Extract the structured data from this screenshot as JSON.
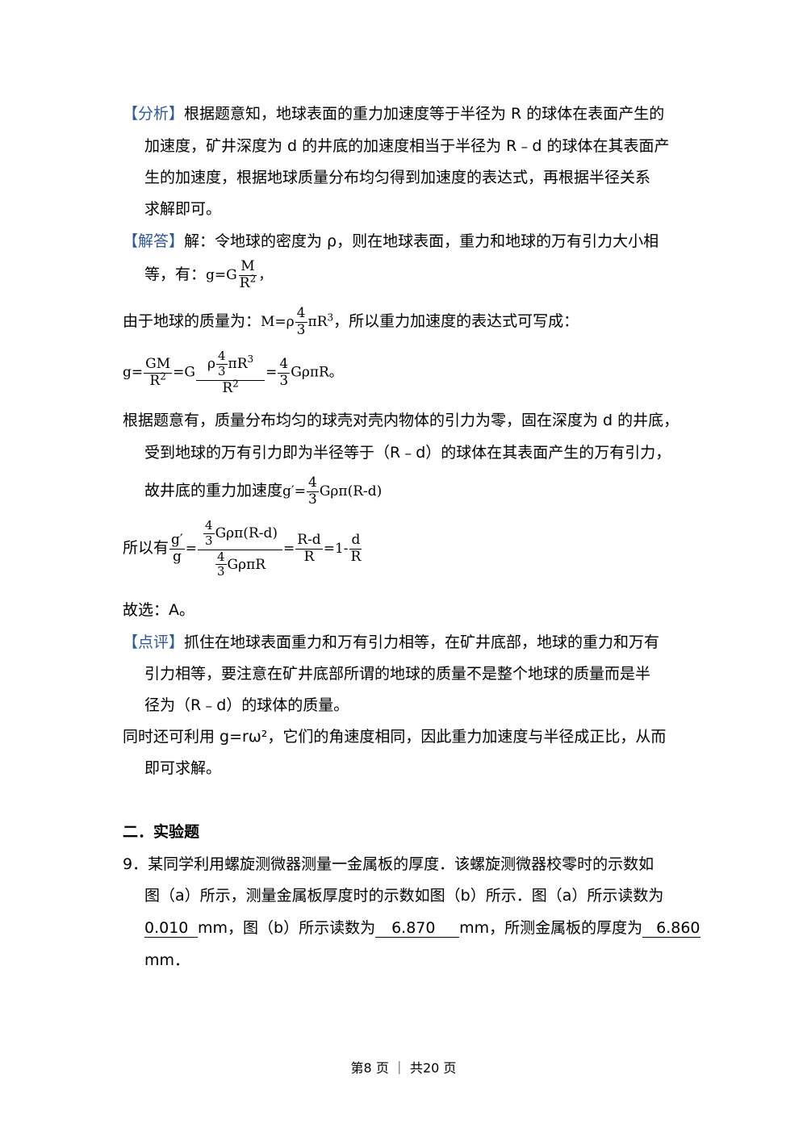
{
  "analysis": {
    "tag": "【分析】",
    "line1": "根据题意知，地球表面的重力加速度等于半径为 R 的球体在表面产生的",
    "line2": "加速度，矿井深度为 d 的井底的加速度相当于半径为 R﹣d 的球体在其表面产",
    "line3": "生的加速度，根据地球质量分布均匀得到加速度的表达式，再根据半径关系",
    "line4": "求解即可。"
  },
  "solution": {
    "tag": "【解答】",
    "line1": "解：令地球的密度为 ρ，则在地球表面，重力和地球的万有引力大小相",
    "line2_prefix": "等，有：",
    "eq1": {
      "lhs": "g=",
      "g": "G",
      "num": "M",
      "den": "R",
      "exp": "2",
      "tail": "，"
    },
    "mass_prefix": "由于地球的质量为：",
    "mass_lhs": "M=",
    "mass_rho": "ρ",
    "mass_num": "4",
    "mass_den": "3",
    "mass_pi": "π",
    "mass_R": "R",
    "mass_exp": "3",
    "mass_suffix": "，所以重力加速度的表达式可写成：",
    "eq2": {
      "g": "g=",
      "f1_num": "GM",
      "f1_den": "R",
      "exp2": "2",
      "eq": "=",
      "G": "G",
      "inner_rho": "ρ",
      "inner_num": "4",
      "inner_den": "3",
      "inner_pi": "π",
      "inner_R": "R",
      "exp3": "3",
      "big_den": "R",
      "eq2": "=",
      "n4": "4",
      "d3": "3",
      "tail": "GρπR。"
    },
    "line_a": "根据题意有，质量分布均匀的球壳对壳内物体的引力为零，固在深度为 d 的井底，",
    "line_b": "受到地球的万有引力即为半径等于（R﹣d）的球体在其表面产生的万有引力，",
    "line_c_prefix": "故井底的重力加速度",
    "line_c_g": "g′=",
    "line_c_num": "4",
    "line_c_den": "3",
    "line_c_tail": "Gρπ(R-d)",
    "ratio_prefix": "所以有",
    "ratio": {
      "lhs_num": "g′",
      "lhs_den": "g",
      "eq1": "=",
      "top_n": "4",
      "top_d": "3",
      "top_tail": "Gρπ(R-d)",
      "bot_n": "4",
      "bot_d": "3",
      "bot_tail": "GρπR",
      "eq2": "=",
      "m_num": "R-d",
      "m_den": "R",
      "eq3": "=1-",
      "r_num": "d",
      "r_den": "R"
    },
    "answer": "故选：A。"
  },
  "comment": {
    "tag": "【点评】",
    "line1": "抓住在地球表面重力和万有引力相等，在矿井底部，地球的重力和万有",
    "line2": "引力相等，要注意在矿井底部所谓的地球的质量不是整个地球的质量而是半",
    "line3": "径为（R﹣d）的球体的质量。",
    "line4": "同时还可利用 g=rω²，它们的角速度相同，因此重力加速度与半径成正比，从而",
    "line5": "即可求解。"
  },
  "section2": {
    "heading": "二．实验题"
  },
  "q9": {
    "line1": "9．某同学利用螺旋测微器测量一金属板的厚度．该螺旋测微器校零时的示数如",
    "line2": "图（a）所示，测量金属板厚度时的示数如图（b）所示．图（a）所示读数为",
    "ans1": "0.010",
    "mid1": "mm，图（b）所示读数为",
    "ans2": "6.870",
    "mid2": "mm，所测金属板的厚度为",
    "ans3": "6.860",
    "line4": "mm．"
  },
  "footer": {
    "text": "第8 页 ｜ 共20 页"
  }
}
